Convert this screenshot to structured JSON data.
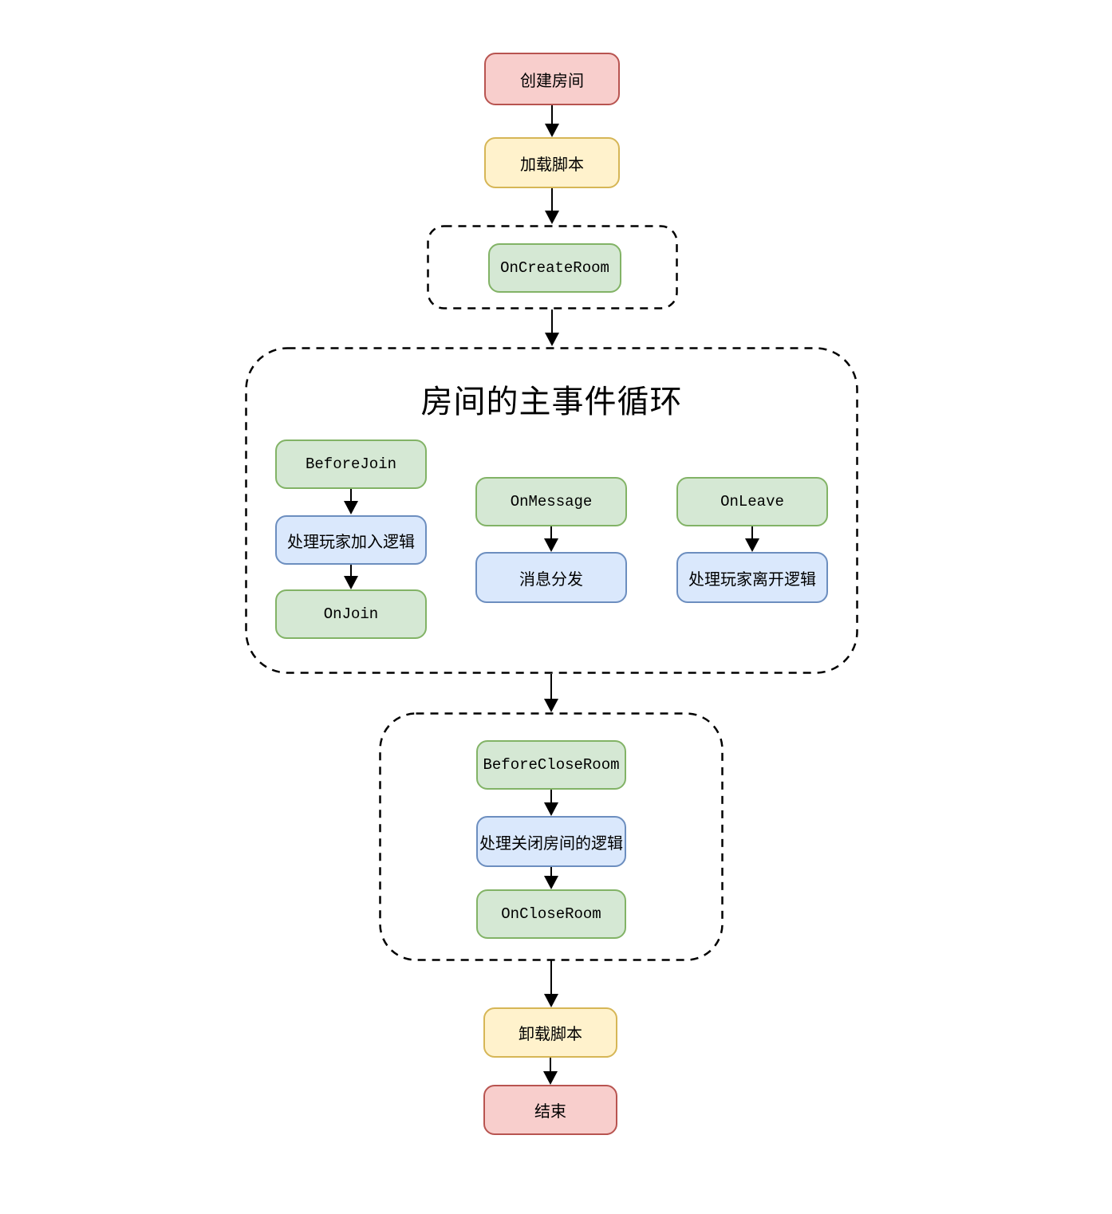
{
  "diagram": {
    "title": "房间的主事件循环",
    "nodes": {
      "create_room": {
        "label": "创建房间",
        "type": "start"
      },
      "load_script": {
        "label": "加载脚本",
        "type": "script"
      },
      "on_create_room": {
        "label": "OnCreateRoom",
        "type": "event"
      },
      "before_join": {
        "label": "BeforeJoin",
        "type": "event"
      },
      "handle_join": {
        "label": "处理玩家加入逻辑",
        "type": "logic"
      },
      "on_join": {
        "label": "OnJoin",
        "type": "event"
      },
      "on_message": {
        "label": "OnMessage",
        "type": "event"
      },
      "message_dispatch": {
        "label": "消息分发",
        "type": "logic"
      },
      "on_leave": {
        "label": "OnLeave",
        "type": "event"
      },
      "handle_leave": {
        "label": "处理玩家离开逻辑",
        "type": "logic"
      },
      "before_close_room": {
        "label": "BeforeCloseRoom",
        "type": "event"
      },
      "handle_close": {
        "label": "处理关闭房间的逻辑",
        "type": "logic"
      },
      "on_close_room": {
        "label": "OnCloseRoom",
        "type": "event"
      },
      "unload_script": {
        "label": "卸载脚本",
        "type": "script"
      },
      "end": {
        "label": "结束",
        "type": "start"
      }
    },
    "colors": {
      "red_fill": "#F8CECC",
      "red_border": "#B85450",
      "yellow_fill": "#FFF2CC",
      "yellow_border": "#D6B656",
      "green_fill": "#D5E8D4",
      "green_border": "#82B366",
      "blue_fill": "#DAE8FC",
      "blue_border": "#6C8EBF"
    }
  }
}
